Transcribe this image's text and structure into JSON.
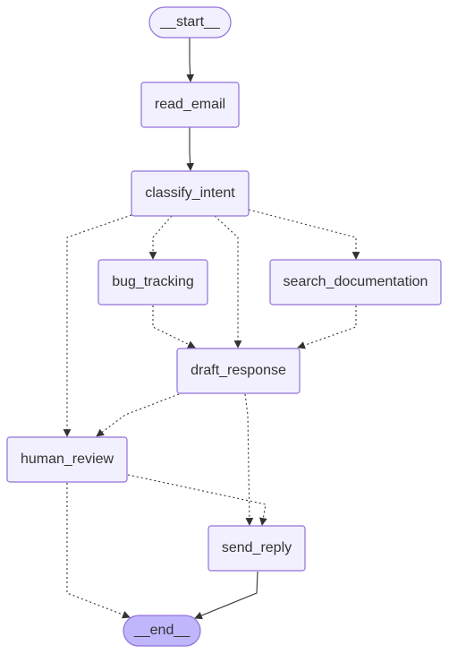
{
  "nodes": {
    "start": {
      "label": "__start__"
    },
    "read_email": {
      "label": "read_email"
    },
    "classify_intent": {
      "label": "classify_intent"
    },
    "bug_tracking": {
      "label": "bug_tracking"
    },
    "search_documentation": {
      "label": "search_documentation"
    },
    "draft_response": {
      "label": "draft_response"
    },
    "human_review": {
      "label": "human_review"
    },
    "send_reply": {
      "label": "send_reply"
    },
    "end": {
      "label": "__end__"
    }
  },
  "edges": [
    {
      "from": "start",
      "to": "read_email",
      "style": "solid"
    },
    {
      "from": "read_email",
      "to": "classify_intent",
      "style": "solid"
    },
    {
      "from": "classify_intent",
      "to": "bug_tracking",
      "style": "dotted"
    },
    {
      "from": "classify_intent",
      "to": "search_documentation",
      "style": "dotted"
    },
    {
      "from": "classify_intent",
      "to": "draft_response",
      "style": "dotted"
    },
    {
      "from": "classify_intent",
      "to": "human_review",
      "style": "dotted"
    },
    {
      "from": "bug_tracking",
      "to": "draft_response",
      "style": "dotted"
    },
    {
      "from": "search_documentation",
      "to": "draft_response",
      "style": "dotted"
    },
    {
      "from": "draft_response",
      "to": "human_review",
      "style": "dotted"
    },
    {
      "from": "draft_response",
      "to": "send_reply",
      "style": "dotted"
    },
    {
      "from": "human_review",
      "to": "send_reply",
      "style": "dotted"
    },
    {
      "from": "human_review",
      "to": "end",
      "style": "dotted"
    },
    {
      "from": "send_reply",
      "to": "end",
      "style": "solid"
    }
  ],
  "colors": {
    "node_fill": "#f2f0ff",
    "node_stroke": "#9370db",
    "end_fill": "#bfb6fc",
    "edge": "#333333",
    "text": "#333333"
  }
}
